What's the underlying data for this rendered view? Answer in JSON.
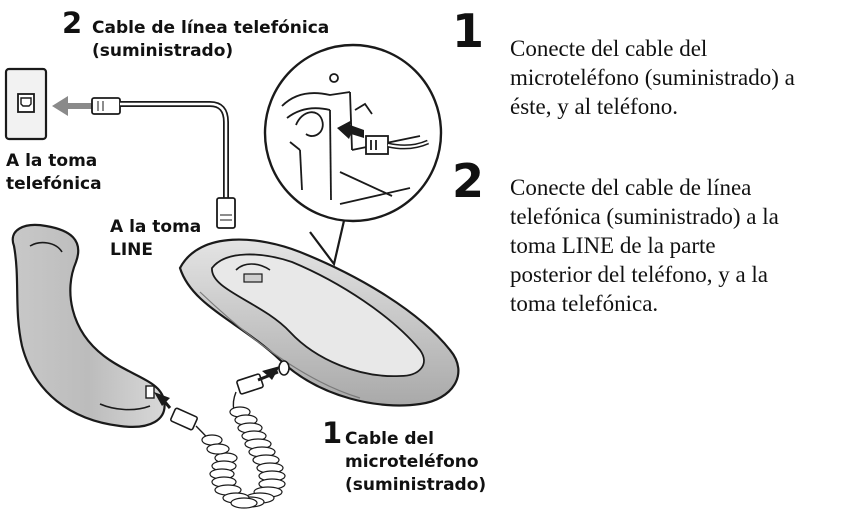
{
  "labels": {
    "line_cable_number": "2",
    "line_cable_line1": "Cable de línea telefónica",
    "line_cable_line2": "(suministrado)",
    "wall_jack_line1": "A la toma",
    "wall_jack_line2": "telefónica",
    "line_jack_line1": "A la toma",
    "line_jack_line2": "LINE",
    "handset_cable_number": "1",
    "handset_cable_line1": "Cable del",
    "handset_cable_line2": "microteléfono",
    "handset_cable_line3": "(suministrado)"
  },
  "steps": [
    {
      "number": "1",
      "lines": [
        "Conecte del cable del",
        "microteléfono (suministrado) a",
        "éste, y al teléfono."
      ]
    },
    {
      "number": "2",
      "lines": [
        "Conecte del cable de línea",
        "telefónica (suministrado) a la",
        "toma LINE de la parte",
        "posterior del teléfono, y  a la",
        "toma telefónica."
      ]
    }
  ],
  "colors": {
    "outline": "#1a1a1a",
    "body_fill": "#d4d4d4",
    "body_shade": "#a8a8a8",
    "arrow": "#8a8a8a"
  }
}
